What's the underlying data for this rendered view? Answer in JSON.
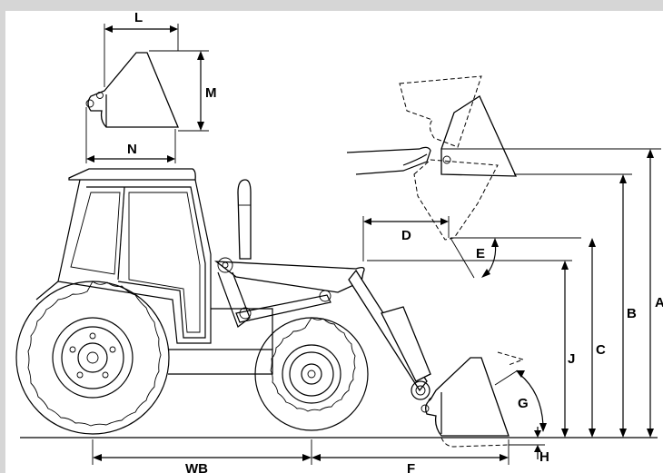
{
  "diagram": {
    "labels": {
      "L": "L",
      "M": "M",
      "N": "N",
      "D": "D",
      "E": "E",
      "A": "A",
      "B": "B",
      "C": "C",
      "J": "J",
      "G": "G",
      "H": "H",
      "WB": "WB",
      "F": "F"
    }
  }
}
